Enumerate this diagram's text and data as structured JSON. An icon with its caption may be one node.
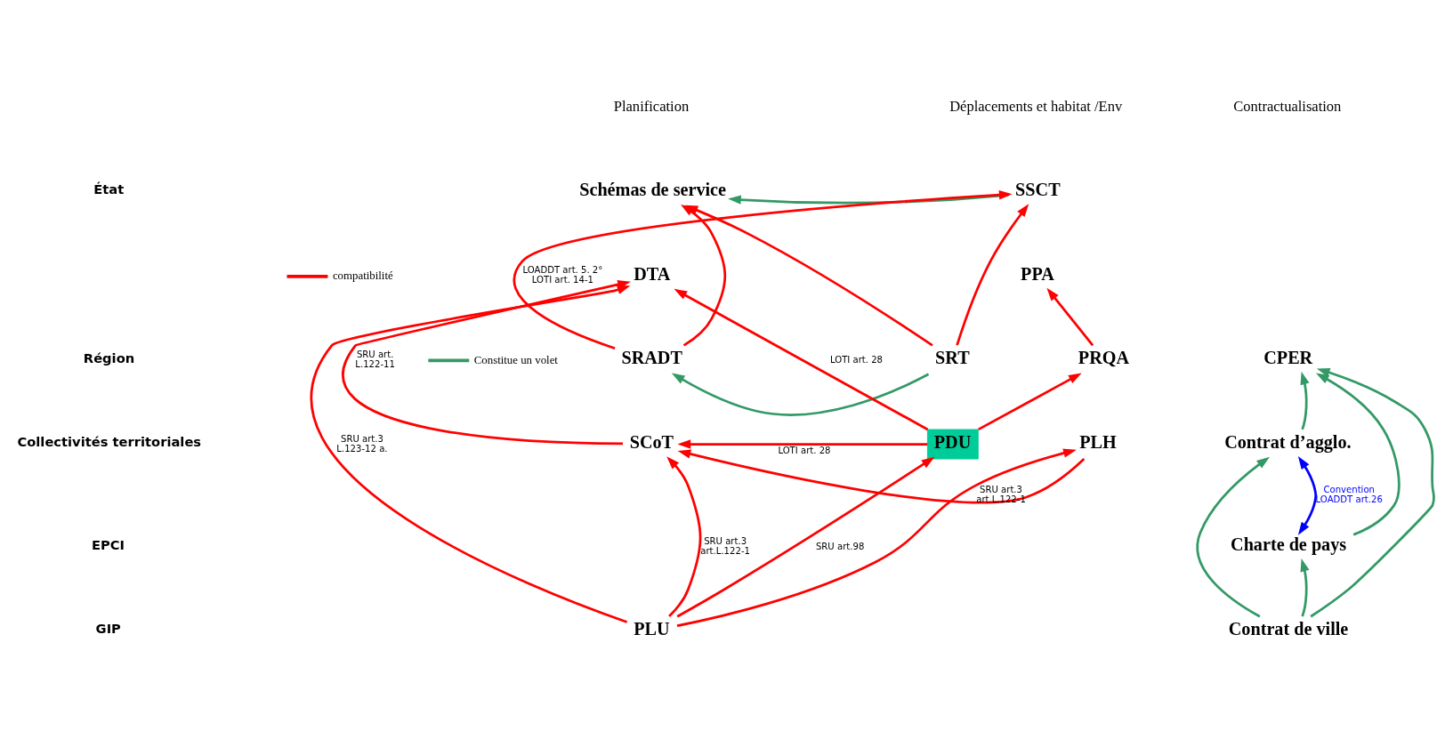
{
  "diagram": {
    "nodes": [
      {
        "text": [
          "Schémas de service"
        ]
      },
      {
        "text": [
          "SSCT"
        ]
      },
      {
        "text": [
          "DTA"
        ]
      },
      {
        "text": [
          "PPA"
        ]
      },
      {
        "text": [
          "SRADT"
        ]
      },
      {
        "text": [
          "SRT"
        ]
      },
      {
        "text": [
          "PRQA"
        ]
      },
      {
        "text": [
          "CPER"
        ]
      },
      {
        "text": [
          "SCoT"
        ]
      },
      {
        "text": [
          "PDU"
        ]
      },
      {
        "text": [
          "PLH"
        ]
      },
      {
        "text": [
          "Contrat d’agglo."
        ]
      },
      {
        "text": [
          "Charte de pays"
        ]
      },
      {
        "text": [
          "PLU"
        ]
      },
      {
        "text": [
          "Contrat de ville"
        ]
      }
    ],
    "edges": [
      {
        "from": 1,
        "to": 0,
        "arrow": "to",
        "color": "#339966"
      },
      {
        "from": 5,
        "to": 0,
        "arrow": "to"
      },
      {
        "from": 4,
        "to": 0,
        "arrow": "to"
      },
      {
        "from": 4,
        "to": 1,
        "arrow": "to",
        "label": "LOADDT art. 5. 2° LOTI art. 14-1"
      },
      {
        "from": 5,
        "to": 1,
        "arrow": "to"
      },
      {
        "from": 5,
        "to": 4,
        "arrow": "to",
        "color": "#339966"
      },
      {
        "from": 6,
        "to": 3,
        "arrow": "to"
      },
      {
        "from": 13,
        "to": 2,
        "arrow": "to",
        "label": "SRU art.3 L.123-12 a."
      },
      {
        "from": 8,
        "to": 2,
        "arrow": "to",
        "label": "SRU art. L.122-11"
      },
      {
        "from": 9,
        "to": 2,
        "arrow": "to",
        "label": "LOTI art. 28"
      },
      {
        "from": 9,
        "to": 6,
        "arrow": "to"
      },
      {
        "from": 10,
        "to": 8,
        "arrow": "to",
        "label": "SRU art.3 art.L.122-1"
      },
      {
        "from": 9,
        "to": 8,
        "arrow": "to",
        "label": "LOTI art. 28"
      },
      {
        "from": 13,
        "to": 8,
        "arrow": "to",
        "label": "SRU art.3 art.L.122-1"
      },
      {
        "from": 13,
        "to": 9,
        "arrow": "to",
        "label": "SRU art.98"
      },
      {
        "from": 13,
        "to": 10,
        "arrow": "to"
      },
      {
        "from": 11,
        "to": 12,
        "arrow": "both",
        "color": "#0000ff",
        "label": "Convention LOADDT art.26"
      },
      {
        "from": 11,
        "to": 7,
        "arrow": "to",
        "color": "#339966"
      },
      {
        "from": 12,
        "to": 7,
        "arrow": "to",
        "color": "#339966"
      },
      {
        "from": 14,
        "to": 7,
        "arrow": "to",
        "color": "#339966"
      },
      {
        "from": 14,
        "to": 11,
        "arrow": "to",
        "color": "#339966"
      },
      {
        "from": 14,
        "to": 12,
        "arrow": "to",
        "color": "#339966"
      }
    ],
    "labels": [
      "Planification",
      "Déplacements et habitat /Env",
      "Contractualisation",
      "État",
      "Région",
      "Collectivités territoriales",
      "EPCI",
      "GIP"
    ],
    "legend": [
      {
        "text": "compatibilité",
        "color": "#ff0000"
      },
      {
        "text": "Constitue un volet",
        "color": "#339966"
      }
    ]
  }
}
